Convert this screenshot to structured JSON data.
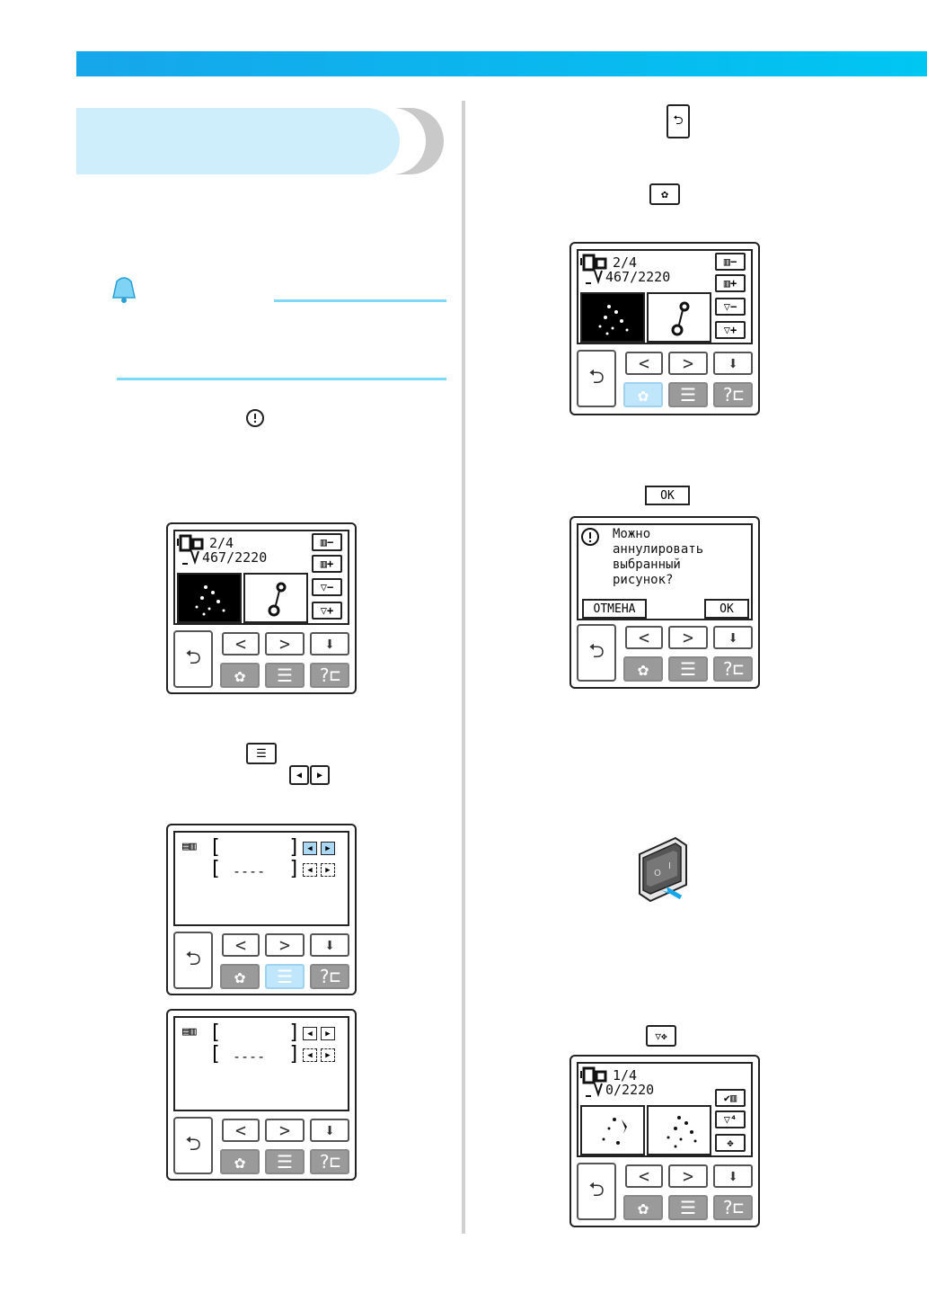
{
  "screens": {
    "common": {
      "prev_key": "<",
      "next_key": ">",
      "help_key": "?"
    },
    "s1": {
      "line1": "2/4",
      "line2": "467/2220"
    },
    "s3": {
      "line1": "2/4",
      "line2": "467/2220"
    },
    "s6": {
      "line1": "1/4",
      "line2": "0/2220"
    },
    "lang": {
      "row2": "----"
    },
    "dialog": {
      "message": "Можно\nаннулировать\nвыбранный\nрисунок?",
      "cancel": "ОТМЕНА",
      "ok": "OK"
    }
  },
  "inline_icons": {
    "ok_label": "OK"
  },
  "colors": {
    "accent": "#16a6ea",
    "tab_light": "#cfeefc",
    "memo_line": "#7ddaf5",
    "selected_key": "#bfe6fb"
  }
}
